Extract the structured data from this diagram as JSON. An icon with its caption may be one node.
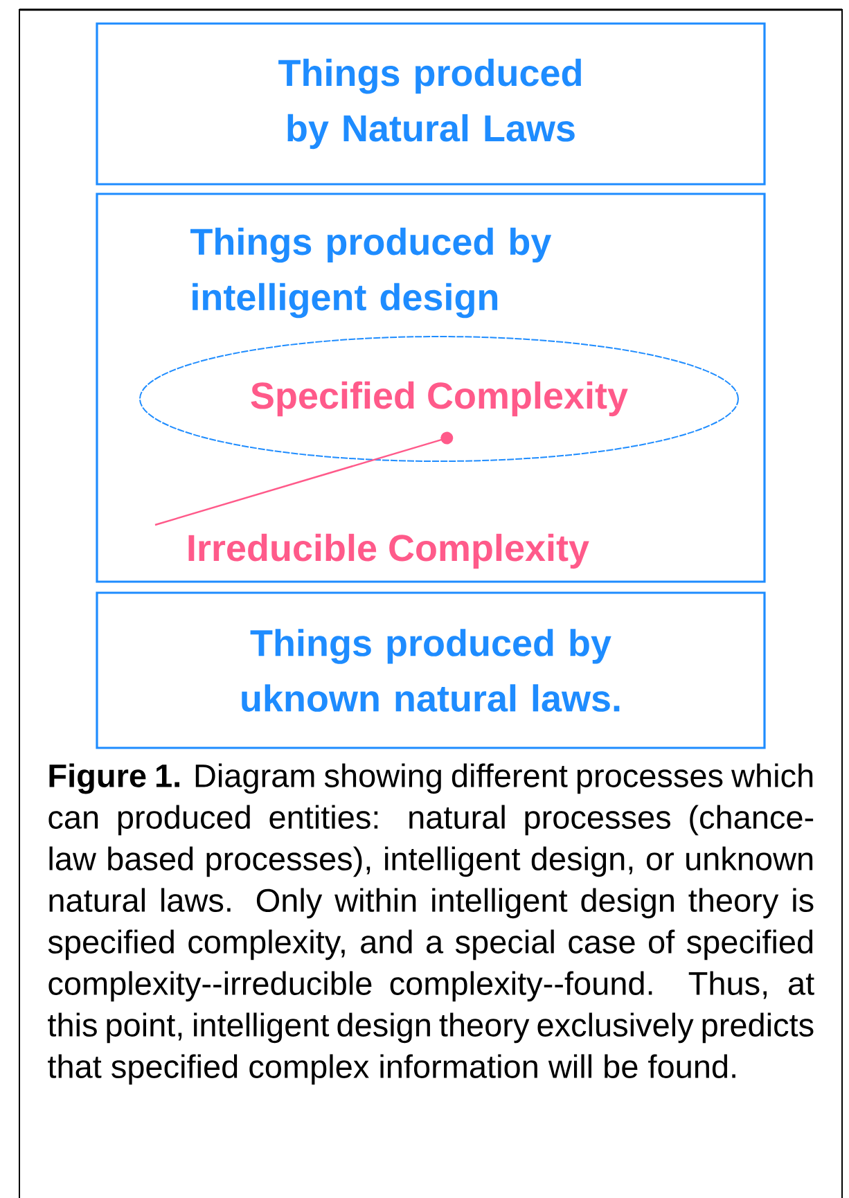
{
  "diagram": {
    "caption": "**Figure 1.** Diagram showing different processes which can produced entities: natural processes (chance-law based processes), intelligent design, or unknown natural laws. Only within intelligent design theory is specified complexity, and a special case of specified complexity--irreducible complexity--found. Thus, at this point, intelligent design theory exclusively predicts that specified complex information will be found.",
    "nodes": [
      {
        "text": [
          "Things produced by Natural Laws"
        ]
      },
      {
        "text": [
          "Things produced by intelligent design"
        ]
      },
      {
        "text": [
          "Specified Complexity"
        ],
        "in": 1
      },
      {
        "text": [
          "Irreducible Complexity"
        ],
        "in": 1
      },
      {
        "text": [
          "Things produced by uknown natural laws."
        ]
      }
    ],
    "edges": [
      {
        "from": 3,
        "to": 2,
        "arrow": "other",
        "color": "#ff5a8a"
      }
    ]
  }
}
